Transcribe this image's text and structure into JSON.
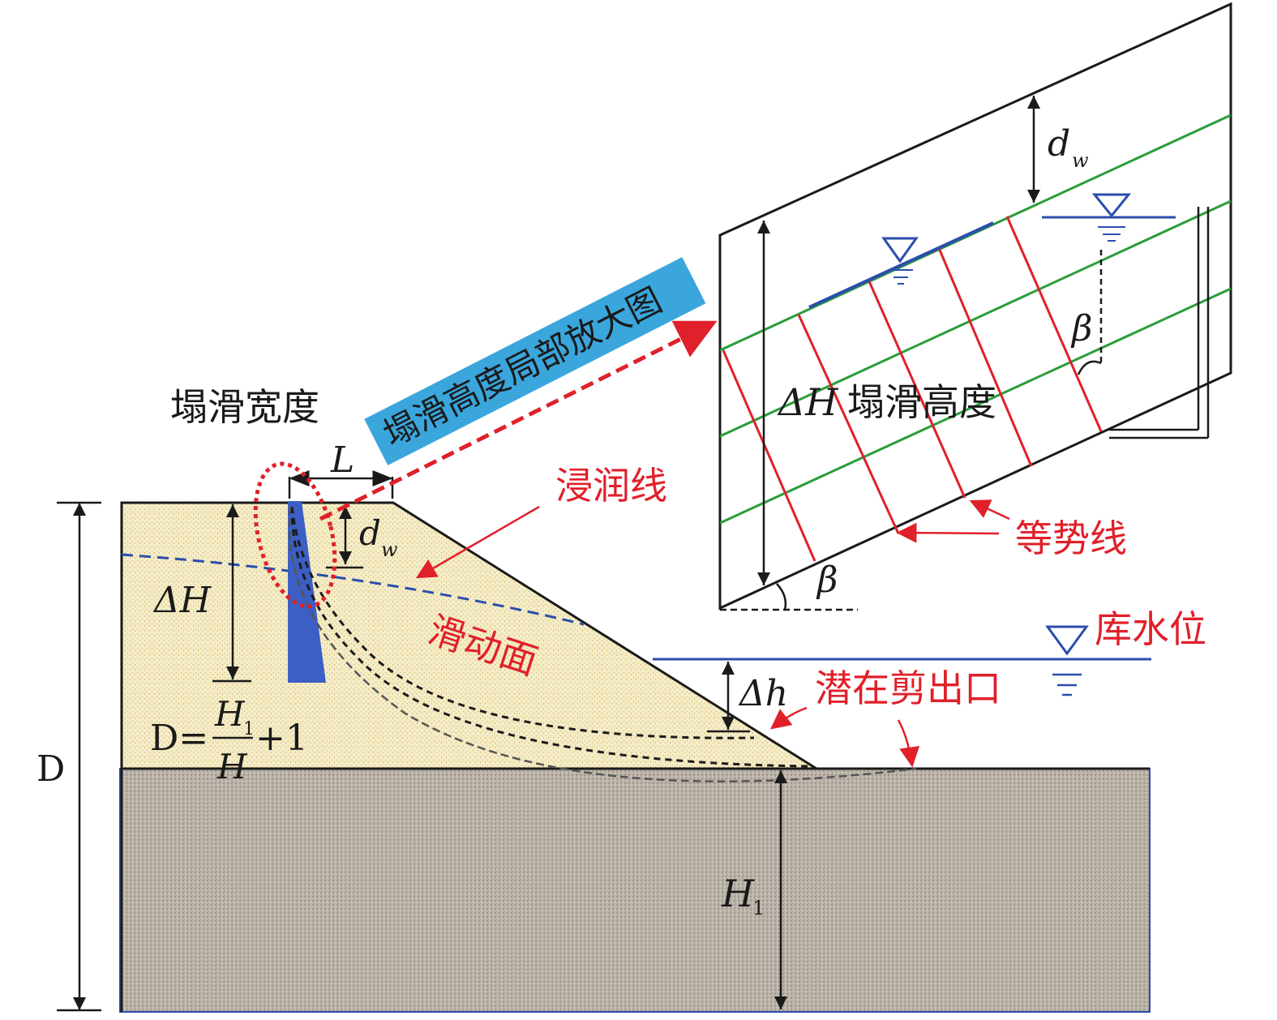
{
  "colors": {
    "sand_fill": "#f3ecc4",
    "ground_fill": "#b9b1a6",
    "red": "#e0202a",
    "green": "#2a9d3a",
    "blue": "#2b4eab",
    "label_box": "#3aa6dc"
  },
  "labels": {
    "collapse_width": "塌滑宽度",
    "zoom_label": "塌滑高度局部放大图",
    "L": "L",
    "seepage_line": "浸润线",
    "d": "d",
    "w": "w",
    "delta_H": "ΔH",
    "sliding_surface": "滑动面",
    "D": "D",
    "D_eq_prefix": "D=",
    "H": "H",
    "sub1": "1",
    "plus1": "+1",
    "delta_h": "Δh",
    "potential_exit": "潜在剪出口",
    "reservoir_level": "库水位",
    "collapse_height": "塌滑高度",
    "equipotential_line": "等势线",
    "beta": "β"
  },
  "icons": [
    "water-level-triangle-icon"
  ]
}
